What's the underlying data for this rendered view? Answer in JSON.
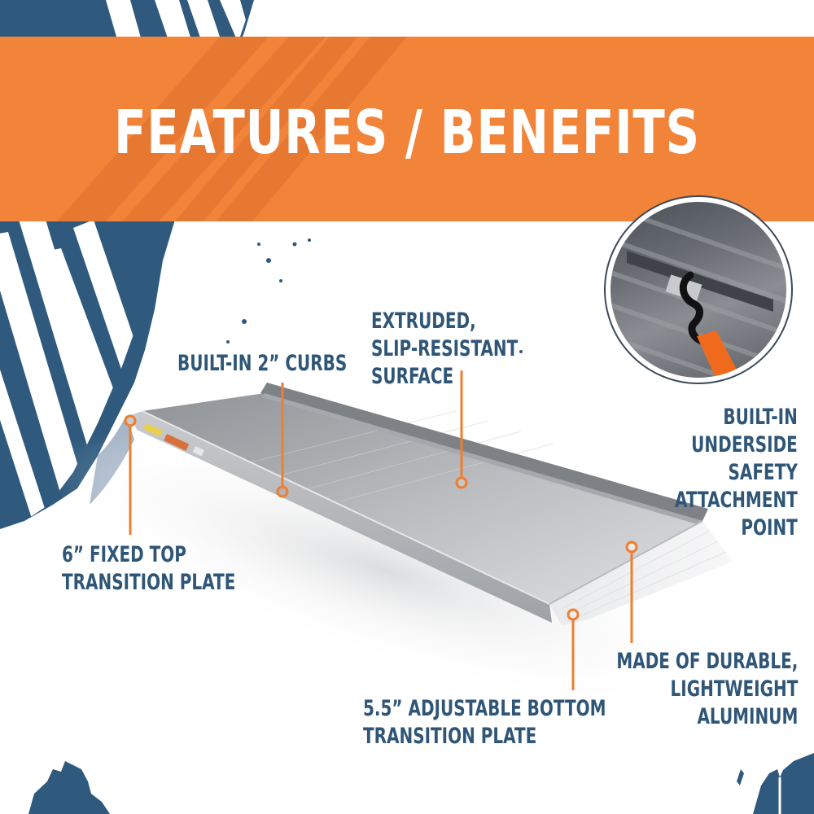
{
  "banner": {
    "title": "FEATURES / BENEFITS",
    "background_color": "#f2843a",
    "text_color": "#ffffff"
  },
  "colors": {
    "accent_orange": "#f2843a",
    "label_blue": "#2f5677",
    "splatter_blue": "#2f5a7e",
    "marker_orange": "#ef7e2f"
  },
  "product": {
    "name": "aluminum-ramp",
    "inset": {
      "description": "underside safety attachment point with hook and orange strap",
      "icon": "hook-strap-closeup"
    }
  },
  "callouts": [
    {
      "id": "curbs",
      "lines": [
        "BUILT-IN 2” CURBS"
      ]
    },
    {
      "id": "surface",
      "lines": [
        "EXTRUDED,",
        "SLIP-RESISTANT",
        "SURFACE"
      ]
    },
    {
      "id": "attachment",
      "lines": [
        "BUILT-IN",
        "UNDERSIDE",
        "SAFETY",
        "ATTACHMENT",
        "POINT"
      ]
    },
    {
      "id": "top-plate",
      "lines": [
        "6” FIXED TOP",
        "TRANSITION PLATE"
      ]
    },
    {
      "id": "aluminum",
      "lines": [
        "MADE OF DURABLE,",
        "LIGHTWEIGHT",
        "ALUMINUM"
      ]
    },
    {
      "id": "bottom-plate",
      "lines": [
        "5.5” ADJUSTABLE BOTTOM",
        "TRANSITION PLATE"
      ]
    }
  ]
}
